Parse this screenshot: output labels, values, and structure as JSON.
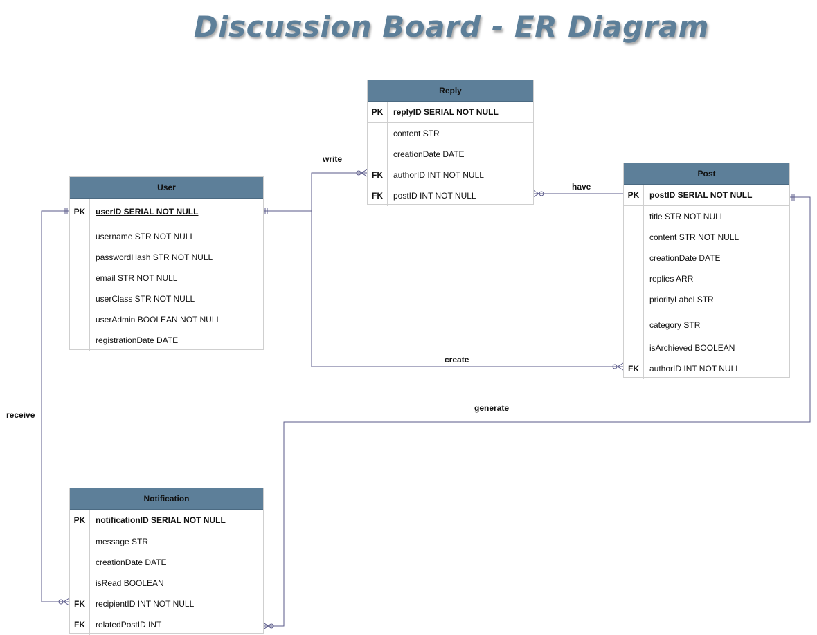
{
  "title": "Discussion Board - ER Diagram",
  "colors": {
    "header": "#5d7f99",
    "line": "#5a5a8a"
  },
  "entities": {
    "user": {
      "name": "User",
      "pk": {
        "key": "PK",
        "attr": "userID SERIAL NOT NULL"
      },
      "rows": [
        {
          "key": "",
          "attr": "username STR NOT NULL"
        },
        {
          "key": "",
          "attr": "passwordHash STR NOT NULL"
        },
        {
          "key": "",
          "attr": "email STR NOT NULL"
        },
        {
          "key": "",
          "attr": "userClass STR NOT NULL"
        },
        {
          "key": "",
          "attr": "userAdmin BOOLEAN NOT NULL"
        },
        {
          "key": "",
          "attr": "registrationDate DATE"
        }
      ]
    },
    "reply": {
      "name": "Reply",
      "pk": {
        "key": "PK",
        "attr": "replyID SERIAL NOT NULL"
      },
      "rows": [
        {
          "key": "",
          "attr": "content STR"
        },
        {
          "key": "",
          "attr": "creationDate DATE"
        },
        {
          "key": "FK",
          "attr": "authorID INT NOT NULL"
        },
        {
          "key": "FK",
          "attr": "postID INT NOT NULL"
        }
      ]
    },
    "post": {
      "name": "Post",
      "pk": {
        "key": "PK",
        "attr": "postID SERIAL NOT NULL"
      },
      "rows": [
        {
          "key": "",
          "attr": "title STR NOT NULL"
        },
        {
          "key": "",
          "attr": "content STR NOT NULL"
        },
        {
          "key": "",
          "attr": "creationDate DATE"
        },
        {
          "key": "",
          "attr": "replies ARR"
        },
        {
          "key": "",
          "attr": "priorityLabel STR"
        },
        {
          "key": "",
          "attr": "category STR"
        },
        {
          "key": "",
          "attr": "isArchieved BOOLEAN"
        },
        {
          "key": "FK",
          "attr": "authorID INT NOT NULL"
        }
      ]
    },
    "notification": {
      "name": "Notification",
      "pk": {
        "key": "PK",
        "attr": "notificationID SERIAL NOT NULL"
      },
      "rows": [
        {
          "key": "",
          "attr": "message STR"
        },
        {
          "key": "",
          "attr": "creationDate DATE"
        },
        {
          "key": "",
          "attr": "isRead BOOLEAN"
        },
        {
          "key": "FK",
          "attr": "recipientID INT NOT NULL"
        },
        {
          "key": "FK",
          "attr": "relatedPostID INT"
        }
      ]
    }
  },
  "relationships": {
    "write": "write",
    "have": "have",
    "create": "create",
    "generate": "generate",
    "receive": "receive"
  }
}
